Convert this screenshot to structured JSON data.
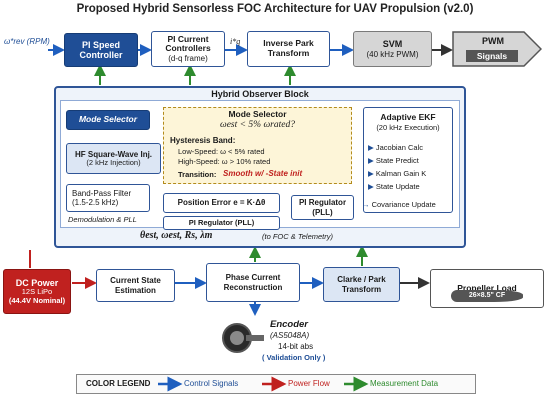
{
  "title": "Proposed Hybrid Sensorless FOC Architecture for UAV Propulsion (v2.0)",
  "colors": {
    "control": "#1f5fbf",
    "power": "#c0211f",
    "measurement": "#2e8b2e",
    "accent": "#1f4e96"
  },
  "top_row": {
    "omega_ref": "ω*rev (RPM)",
    "pi_speed": "PI Speed Controller",
    "pi_current_title": "PI Current Controllers",
    "pi_current_sub": "(d-q frame)",
    "iq_label": "i*q",
    "inv_park": "Inverse Park Transform",
    "svm_title": "SVM",
    "svm_sub": "(40 kHz PWM)",
    "pwm_title": "PWM",
    "pwm_sub": "Signals"
  },
  "observer": {
    "title": "Hybrid Observer Block",
    "mode_selector_btn": "Mode Selector",
    "hf_inj_title": "HF Square-Wave Inj.",
    "hf_inj_sub": "(2 kHz Injection)",
    "bpf_title": "Band-Pass Filter",
    "bpf_sub": "(1.5-2.5 kHz)",
    "demod": "Demodulation & PLL",
    "ms_panel_title": "Mode Selector",
    "ms_condition": "ωest < 5% ωrated?",
    "hyst_title": "Hysteresis Band:",
    "hyst_low": "Low-Speed: ω < 5% rated",
    "hyst_high": "High-Speed: ω > 10% rated",
    "transition_label": "Transition:",
    "transition_value": "Smooth w/ -State init",
    "pos_err": "Position Error e = K·Δθ",
    "pi_reg_pll": "PI Regulator (PLL)",
    "pi_reg_right_title": "PI Regulator",
    "pi_reg_right_sub": "(PLL)",
    "ekf_title": "Adaptive EKF",
    "ekf_sub": "(20 kHz Execution)",
    "ekf_items": [
      "Jacobian Calc",
      "State Predict",
      "Kalman Gain K",
      "State Update"
    ],
    "covariance": "Covariance Update",
    "outputs": "θest, ωest, Rs, λm",
    "outputs_note": "(to FOC & Telemetry)"
  },
  "bottom_row": {
    "dc_title": "DC Power",
    "dc_sub1": "12S LiPo",
    "dc_sub2": "(44.4V Nominal)",
    "current_state": "Current State Estimation",
    "phase_current": "Phase Current Reconstruction",
    "clarke_park": "Clarke / Park Transform",
    "prop_title": "Propeller Load",
    "prop_sub": "26×8.5\" CF"
  },
  "encoder": {
    "title": "Encoder",
    "model": "(AS5048A)",
    "bits": "14-bit abs",
    "note": "( Validation Only )"
  },
  "legend": {
    "title": "COLOR LEGEND",
    "control": "Control Signals",
    "power": "Power Flow",
    "measurement": "Measurement Data"
  }
}
